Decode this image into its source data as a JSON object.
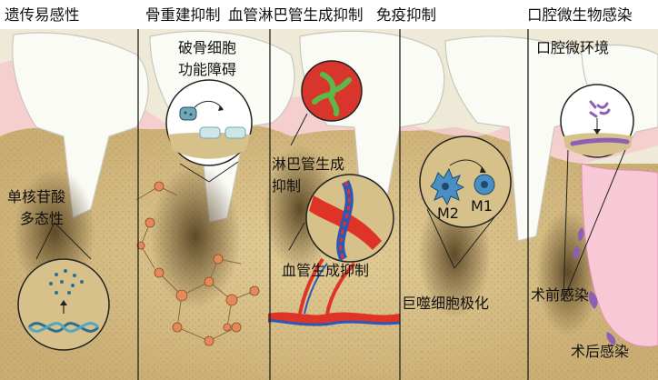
{
  "headers": {
    "genetic": "遗传易感性",
    "bone_remodeling": "骨重建抑制",
    "vascular_lymph": "血管淋巴管生成抑制",
    "immune": "免疫抑制",
    "microbial": "口腔微生物感染"
  },
  "labels": {
    "snp_line1": "单核苷酸",
    "snp_line2": "多态性",
    "osteoclast_line1": "破骨细胞",
    "osteoclast_line2": "功能障碍",
    "lymph_line1": "淋巴管生成",
    "lymph_line2": "抑制",
    "angio": "血管生成抑制",
    "macrophage": "巨噬细胞极化",
    "m2": "M2",
    "m1": "M1",
    "oral_env": "口腔微环境",
    "preop": "术前感染",
    "postop": "术后感染"
  },
  "colors": {
    "bone": "#d9c38e",
    "bone_dark": "#6b5632",
    "gum": "#f2c6c6",
    "tooth": "#fbfbf8",
    "panel_bg": "#e9e2cc",
    "blood_red": "#e03328",
    "vessel_blue": "#2a58b8",
    "lymph_green": "#5cb848",
    "cell_blue": "#4a8fc4",
    "bacteria_purple": "#8d5fb5",
    "osteocyte": "#e48a5a"
  }
}
